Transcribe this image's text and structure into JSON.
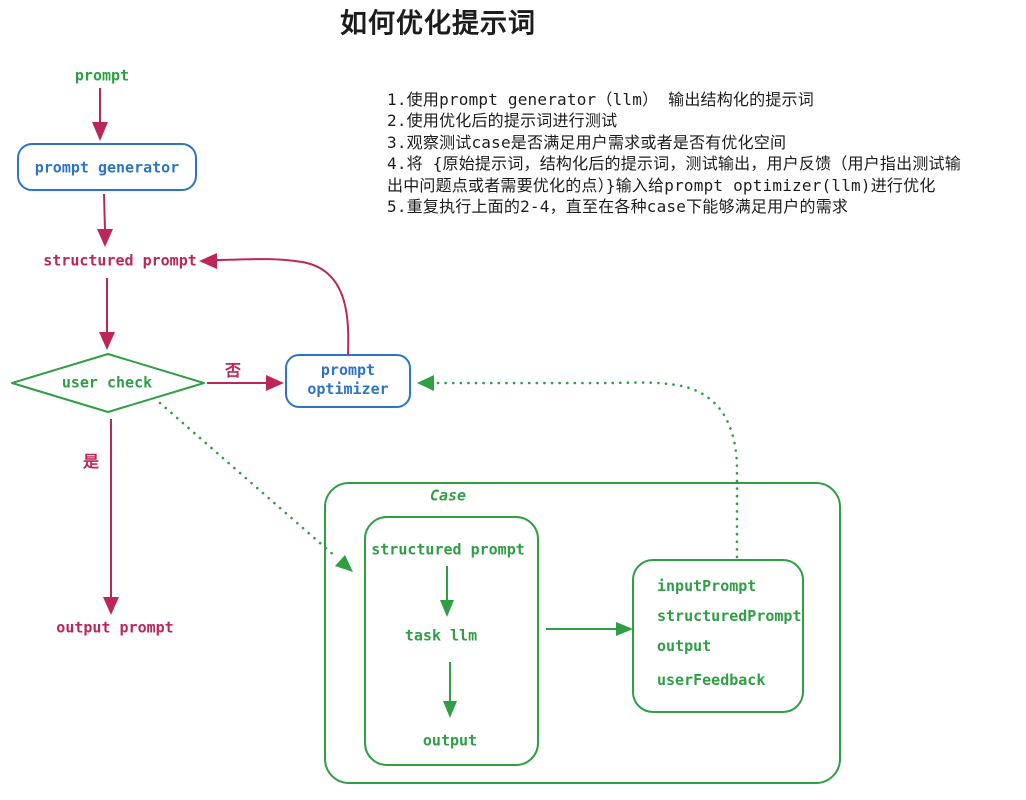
{
  "title": "如何优化提示词",
  "notes": {
    "lines": [
      "1.使用prompt generator（llm） 输出结构化的提示词",
      "2.使用优化后的提示词进行测试",
      "3.观察测试case是否满足用户需求或者是否有优化空间",
      "4.将 {原始提示词，结构化后的提示词，测试输出，用户反馈（用户指出测试输",
      "出中问题点或者需要优化的点）}输入给prompt optimizer(llm)进行优化",
      "5.重复执行上面的2-4，直至在各种case下能够满足用户的需求"
    ]
  },
  "flow": {
    "prompt": "prompt",
    "prompt_generator": "prompt generator",
    "structured_prompt": "structured prompt",
    "user_check": "user check",
    "no": "否",
    "yes": "是",
    "optimizer_line1": "prompt",
    "optimizer_line2": "optimizer",
    "output_prompt": "output prompt"
  },
  "case": {
    "label": "Case",
    "pipeline": {
      "structured_prompt": "structured prompt",
      "task_llm": "task llm",
      "output": "output"
    },
    "record_items": [
      "inputPrompt",
      "structuredPrompt",
      "output",
      "userFeedback"
    ]
  },
  "colors": {
    "crimson": "#bd2758",
    "green": "#2f9e44",
    "blue": "#2e74c4",
    "ink": "#1c1c1c"
  }
}
